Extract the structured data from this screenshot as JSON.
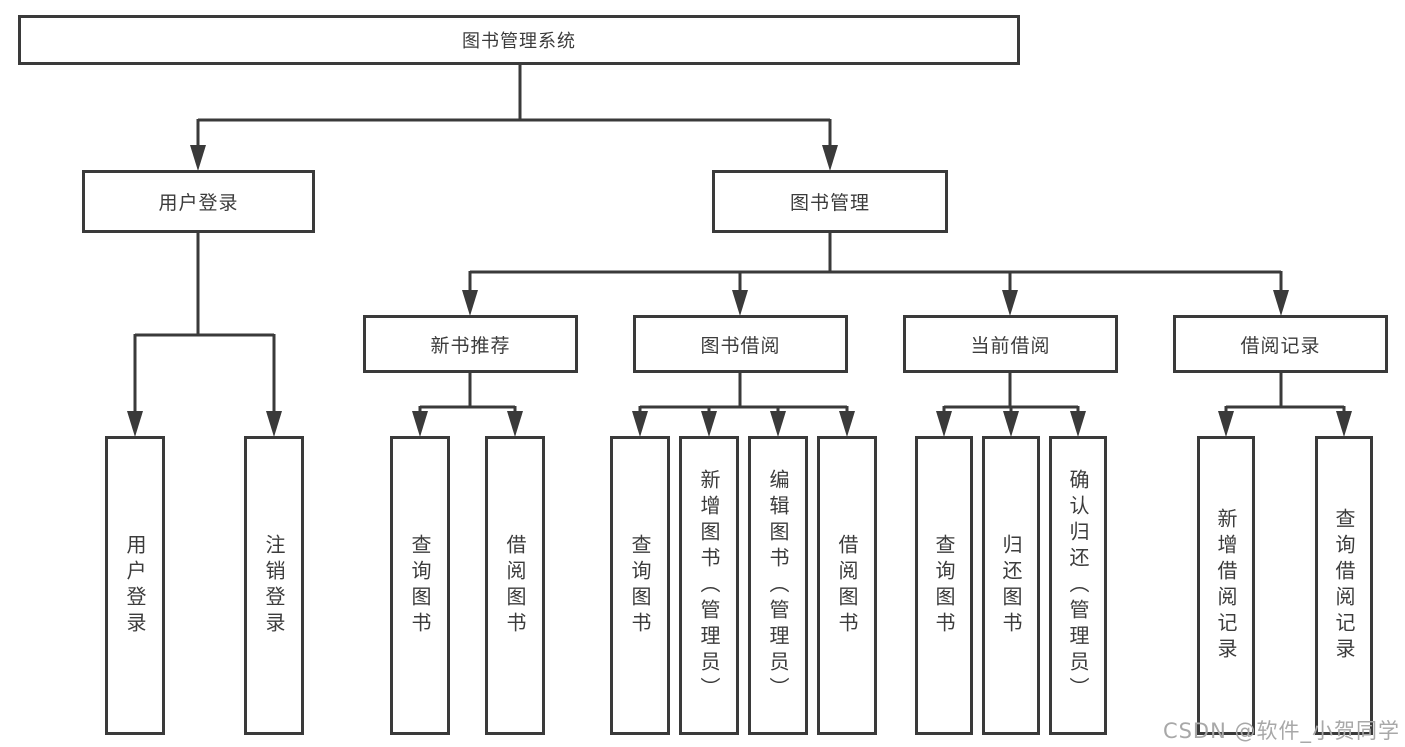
{
  "diagram": {
    "root": {
      "label": "图书管理系统",
      "children": [
        {
          "label": "用户登录",
          "children": [
            {
              "label": "用户登录"
            },
            {
              "label": "注销登录"
            }
          ]
        },
        {
          "label": "图书管理",
          "children": [
            {
              "label": "新书推荐",
              "children": [
                {
                  "label": "查询图书"
                },
                {
                  "label": "借阅图书"
                }
              ]
            },
            {
              "label": "图书借阅",
              "children": [
                {
                  "label": "查询图书"
                },
                {
                  "label": "新增图书（管理员）"
                },
                {
                  "label": "编辑图书（管理员）"
                },
                {
                  "label": "借阅图书"
                }
              ]
            },
            {
              "label": "当前借阅",
              "children": [
                {
                  "label": "查询图书"
                },
                {
                  "label": "归还图书"
                },
                {
                  "label": "确认归还（管理员）"
                }
              ]
            },
            {
              "label": "借阅记录",
              "children": [
                {
                  "label": "新增借阅记录"
                },
                {
                  "label": "查询借阅记录"
                }
              ]
            }
          ]
        }
      ]
    }
  },
  "watermark": {
    "text": "CSDN @软件_小贺同学"
  },
  "colors": {
    "line": "#3a3a3a",
    "text": "#3c3c3c",
    "watermark": "#a8a8a8",
    "background": "#ffffff"
  }
}
